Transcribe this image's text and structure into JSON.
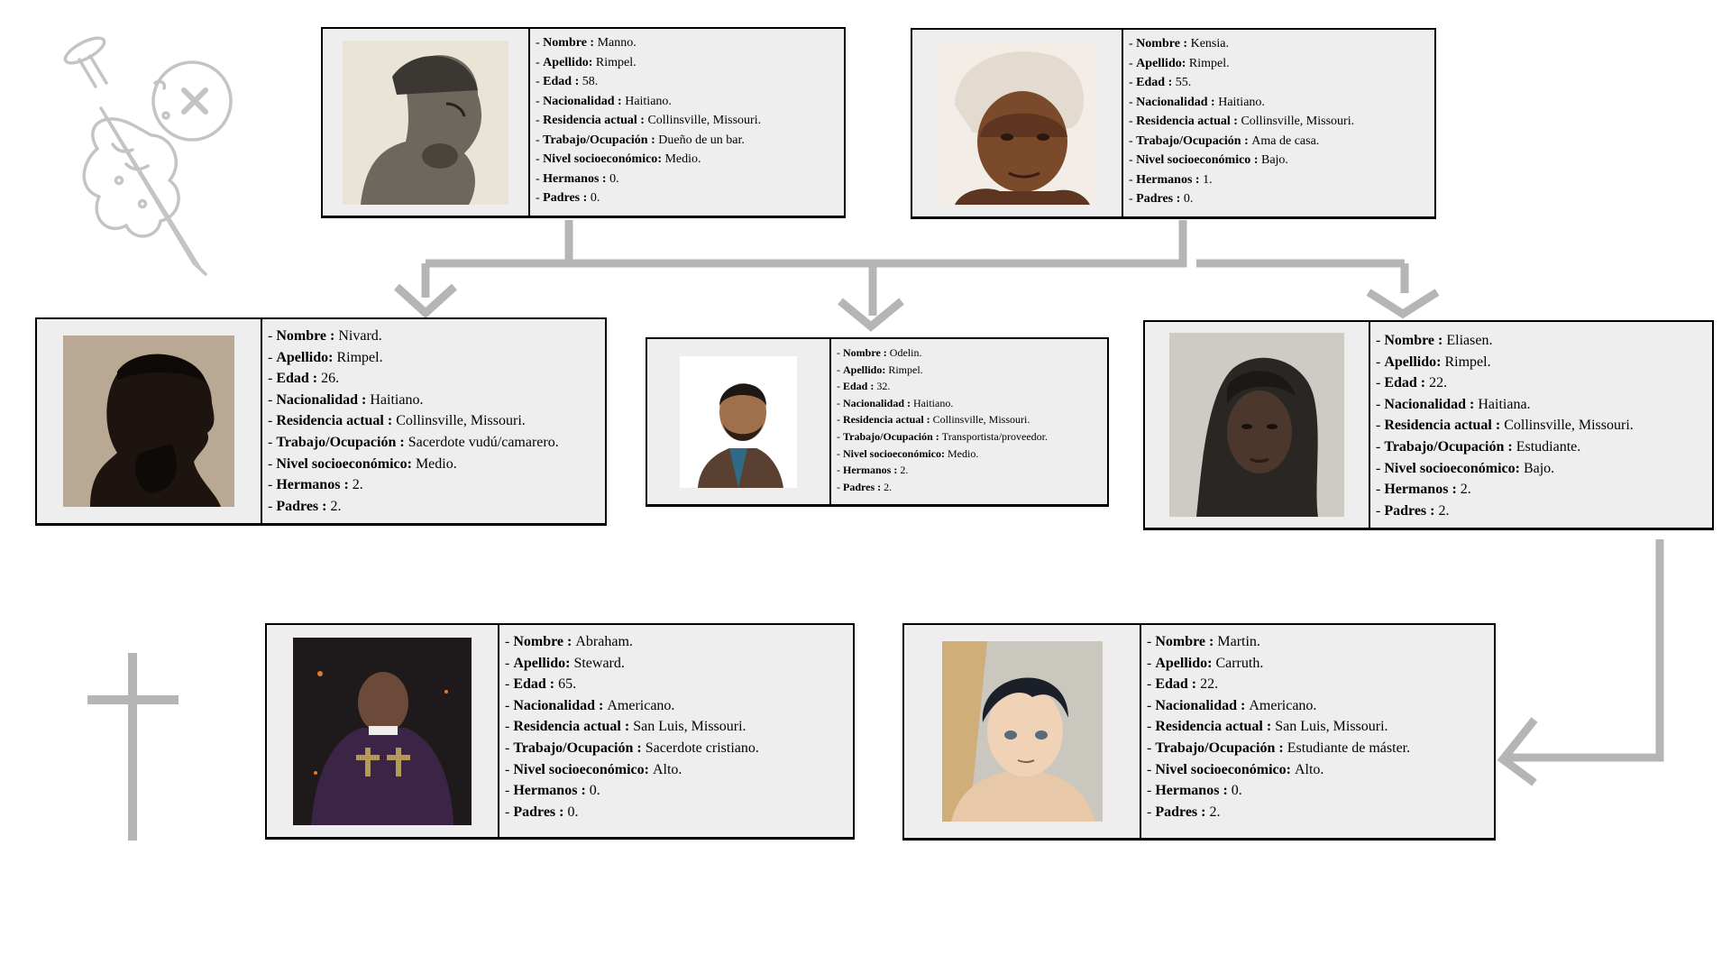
{
  "people": {
    "manno": {
      "rows": [
        {
          "label": "Nombre",
          "sep": " : ",
          "value": "Manno."
        },
        {
          "label": "Apellido",
          "sep": ": ",
          "value": "Rimpel."
        },
        {
          "label": "Edad",
          "sep": " : ",
          "value": "58."
        },
        {
          "label": "Nacionalidad",
          "sep": " : ",
          "value": "Haitiano."
        },
        {
          "label": "Residencia actual",
          "sep": " : ",
          "value": "Collinsville, Missouri."
        },
        {
          "label": "Trabajo/Ocupación",
          "sep": " : ",
          "value": "Dueño de un bar."
        },
        {
          "label": "Nivel socioeconómico",
          "sep": ": ",
          "value": "Medio."
        },
        {
          "label": "Hermanos",
          "sep": " : ",
          "value": "0."
        },
        {
          "label": "Padres",
          "sep": " : ",
          "value": "0."
        }
      ]
    },
    "kensia": {
      "rows": [
        {
          "label": "Nombre",
          "sep": " : ",
          "value": "Kensia."
        },
        {
          "label": "Apellido",
          "sep": ": ",
          "value": "Rimpel."
        },
        {
          "label": "Edad",
          "sep": " : ",
          "value": "55."
        },
        {
          "label": "Nacionalidad",
          "sep": " : ",
          "value": "Haitiano."
        },
        {
          "label": "Residencia actual",
          "sep": " : ",
          "value": "Collinsville, Missouri."
        },
        {
          "label": "Trabajo/Ocupación",
          "sep": " : ",
          "value": "Ama de casa."
        },
        {
          "label": "Nivel socioeconómico",
          "sep": " : ",
          "value": "Bajo."
        },
        {
          "label": "Hermanos",
          "sep": " : ",
          "value": "1."
        },
        {
          "label": "Padres",
          "sep": " : ",
          "value": "0."
        }
      ]
    },
    "nivard": {
      "rows": [
        {
          "label": "Nombre",
          "sep": " : ",
          "value": "Nivard."
        },
        {
          "label": "Apellido",
          "sep": ": ",
          "value": "Rimpel."
        },
        {
          "label": "Edad",
          "sep": " : ",
          "value": "26."
        },
        {
          "label": "Nacionalidad",
          "sep": " : ",
          "value": "Haitiano."
        },
        {
          "label": "Residencia actual",
          "sep": " : ",
          "value": "Collinsville, Missouri."
        },
        {
          "label": "Trabajo/Ocupación",
          "sep": " : ",
          "value": "Sacerdote vudú/camarero."
        },
        {
          "label": "Nivel socioeconómico",
          "sep": ": ",
          "value": "Medio."
        },
        {
          "label": "Hermanos",
          "sep": " : ",
          "value": "2."
        },
        {
          "label": "Padres",
          "sep": " : ",
          "value": "2."
        }
      ]
    },
    "odelin": {
      "rows": [
        {
          "label": "Nombre",
          "sep": " : ",
          "value": "Odelin."
        },
        {
          "label": "Apellido",
          "sep": ": ",
          "value": "Rimpel."
        },
        {
          "label": "Edad",
          "sep": " : ",
          "value": "32."
        },
        {
          "label": "Nacionalidad",
          "sep": " : ",
          "value": "Haitiano."
        },
        {
          "label": "Residencia actual",
          "sep": " : ",
          "value": "Collinsville, Missouri."
        },
        {
          "label": "Trabajo/Ocupación",
          "sep": " : ",
          "value": "Transportista/proveedor."
        },
        {
          "label": "Nivel socioeconómico",
          "sep": ": ",
          "value": "Medio."
        },
        {
          "label": "Hermanos",
          "sep": " : ",
          "value": "2."
        },
        {
          "label": "Padres",
          "sep": " : ",
          "value": "2."
        }
      ]
    },
    "eliasen": {
      "rows": [
        {
          "label": "Nombre",
          "sep": " : ",
          "value": "Eliasen."
        },
        {
          "label": "Apellido",
          "sep": ": ",
          "value": "Rimpel."
        },
        {
          "label": "Edad",
          "sep": " : ",
          "value": "22."
        },
        {
          "label": "Nacionalidad",
          "sep": " : ",
          "value": "Haitiana."
        },
        {
          "label": "Residencia actual",
          "sep": " : ",
          "value": "Collinsville, Missouri."
        },
        {
          "label": "Trabajo/Ocupación",
          "sep": " : ",
          "value": "Estudiante."
        },
        {
          "label": "Nivel socioeconómico",
          "sep": ": ",
          "value": "Bajo."
        },
        {
          "label": "Hermanos",
          "sep": " : ",
          "value": "2."
        },
        {
          "label": "Padres",
          "sep": " : ",
          "value": "2."
        }
      ]
    },
    "abraham": {
      "rows": [
        {
          "label": "Nombre",
          "sep": " : ",
          "value": "Abraham."
        },
        {
          "label": "Apellido",
          "sep": ": ",
          "value": "Steward."
        },
        {
          "label": "Edad",
          "sep": " : ",
          "value": "65."
        },
        {
          "label": "Nacionalidad",
          "sep": " : ",
          "value": "Americano."
        },
        {
          "label": "Residencia actual",
          "sep": " : ",
          "value": "San Luis, Missouri."
        },
        {
          "label": "Trabajo/Ocupación",
          "sep": " : ",
          "value": "Sacerdote cristiano."
        },
        {
          "label": "Nivel socioeconómico",
          "sep": ": ",
          "value": "Alto."
        },
        {
          "label": "Hermanos",
          "sep": " : ",
          "value": "0."
        },
        {
          "label": "Padres",
          "sep": " : ",
          "value": "0."
        }
      ]
    },
    "martin": {
      "rows": [
        {
          "label": "Nombre",
          "sep": " : ",
          "value": "Martin."
        },
        {
          "label": "Apellido",
          "sep": ": ",
          "value": "Carruth."
        },
        {
          "label": "Edad",
          "sep": " : ",
          "value": "22."
        },
        {
          "label": "Nacionalidad",
          "sep": " : ",
          "value": "Americano."
        },
        {
          "label": "Residencia actual",
          "sep": " : ",
          "value": "San Luis, Missouri."
        },
        {
          "label": "Trabajo/Ocupación",
          "sep": " : ",
          "value": "Estudiante de máster."
        },
        {
          "label": "Nivel socioeconómico",
          "sep": ": ",
          "value": "Alto."
        },
        {
          "label": "Hermanos",
          "sep": " : ",
          "value": "0."
        },
        {
          "label": "Padres",
          "sep": " : ",
          "value": "2."
        }
      ]
    }
  },
  "icons": {
    "voodoo": "voodoo-doll-icon",
    "cross": "cross-icon"
  },
  "colors": {
    "card_bg": "#eeeeee",
    "border": "#000000",
    "connector": "#b5b5b5",
    "icon_stroke": "#c4c4c4"
  }
}
